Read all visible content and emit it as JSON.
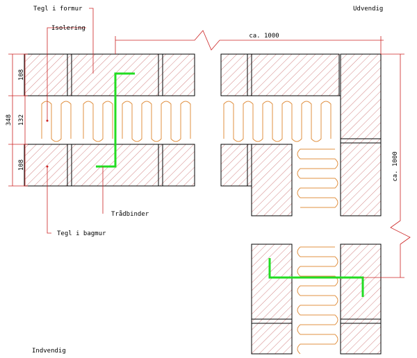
{
  "labels": {
    "outer_leaf": "Tegl i formur",
    "insulation": "Isolering",
    "wire_tie": "Trådbinder",
    "inner_leaf": "Tegl i bagmur",
    "outside": "Udvendig",
    "inside": "Indvendig"
  },
  "dimensions": {
    "outer_leaf": "108",
    "cavity": "132",
    "inner_leaf": "108",
    "total": "348",
    "horizontal_spacing": "ca. 1000",
    "vertical_spacing": "ca. 1000"
  },
  "colors": {
    "hatch": "#c86464",
    "insulation": "#e09040",
    "wire_tie": "#22dd22",
    "leader": "#cc2222",
    "dimension": "#cc2222",
    "outline": "#000000"
  }
}
